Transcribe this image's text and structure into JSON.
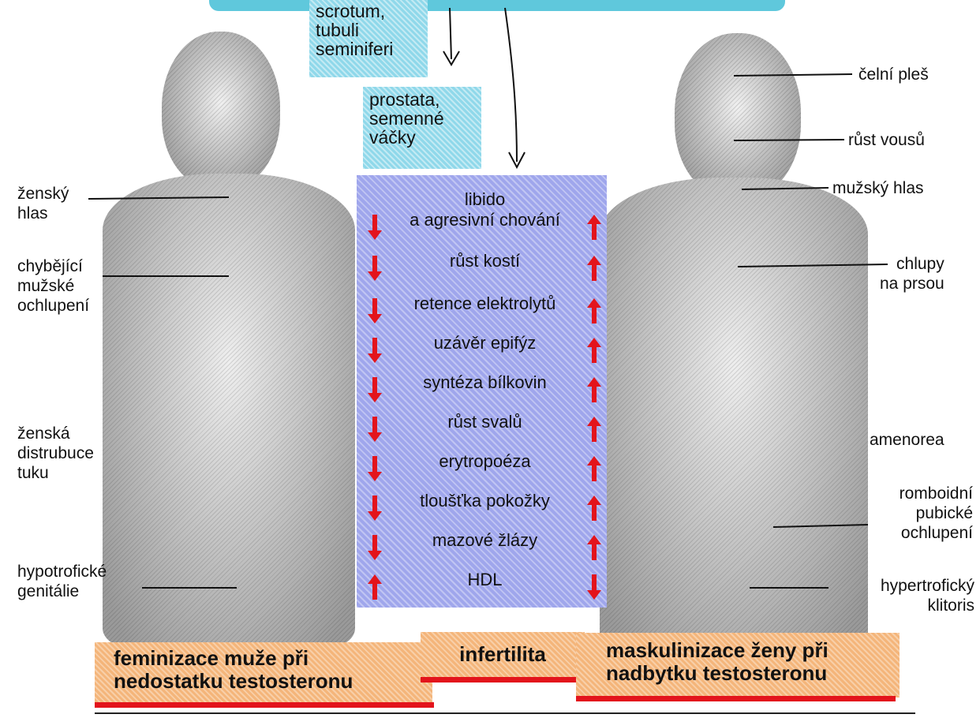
{
  "diagram": {
    "colors": {
      "cyan": "#8fd8ea",
      "purple": "#9fa6ec",
      "orange": "#f4b57a",
      "red": "#e3141c"
    },
    "top_boxes": {
      "scrotum": [
        "scrotum,",
        "tubuli",
        "seminiferi"
      ],
      "prostate": [
        "prostata,",
        "semenné",
        "váčky"
      ]
    },
    "effects": [
      {
        "label": "libido\na agresivní chování",
        "left": "down",
        "right": "up"
      },
      {
        "label": "růst kostí",
        "left": "down",
        "right": "up"
      },
      {
        "label": "retence elektrolytů",
        "left": "down",
        "right": "up"
      },
      {
        "label": "uzávěr epifýz",
        "left": "down",
        "right": "up"
      },
      {
        "label": "syntéza bílkovin",
        "left": "down",
        "right": "up"
      },
      {
        "label": "růst svalů",
        "left": "down",
        "right": "up"
      },
      {
        "label": "erytropoéza",
        "left": "down",
        "right": "up"
      },
      {
        "label": "tloušťka pokožky",
        "left": "down",
        "right": "up"
      },
      {
        "label": "mazové žlázy",
        "left": "down",
        "right": "up"
      },
      {
        "label": "HDL",
        "left": "up",
        "right": "down"
      }
    ],
    "left_labels": {
      "voice": "ženský\nhlas",
      "hair": "chybějící\nmužské\nochlupení",
      "fat": "ženská\ndistrubuce\ntuku",
      "genitals": "hypotrofické\ngenitálie"
    },
    "right_labels": {
      "bald": "čelní pleš",
      "beard": "růst vousů",
      "voice": "mužský hlas",
      "chest": "chlupy\nna prsou",
      "amenorea": "amenorea",
      "pubic": "romboidní\npubické\nochlupení",
      "clitoris": "hypertrofický\nklitoris"
    },
    "bottom": {
      "left": "feminizace muže při\nnedostatku testosteronu",
      "center": "infertilita",
      "right": "maskulinizace ženy při\nnadbytku testosteronu"
    }
  }
}
